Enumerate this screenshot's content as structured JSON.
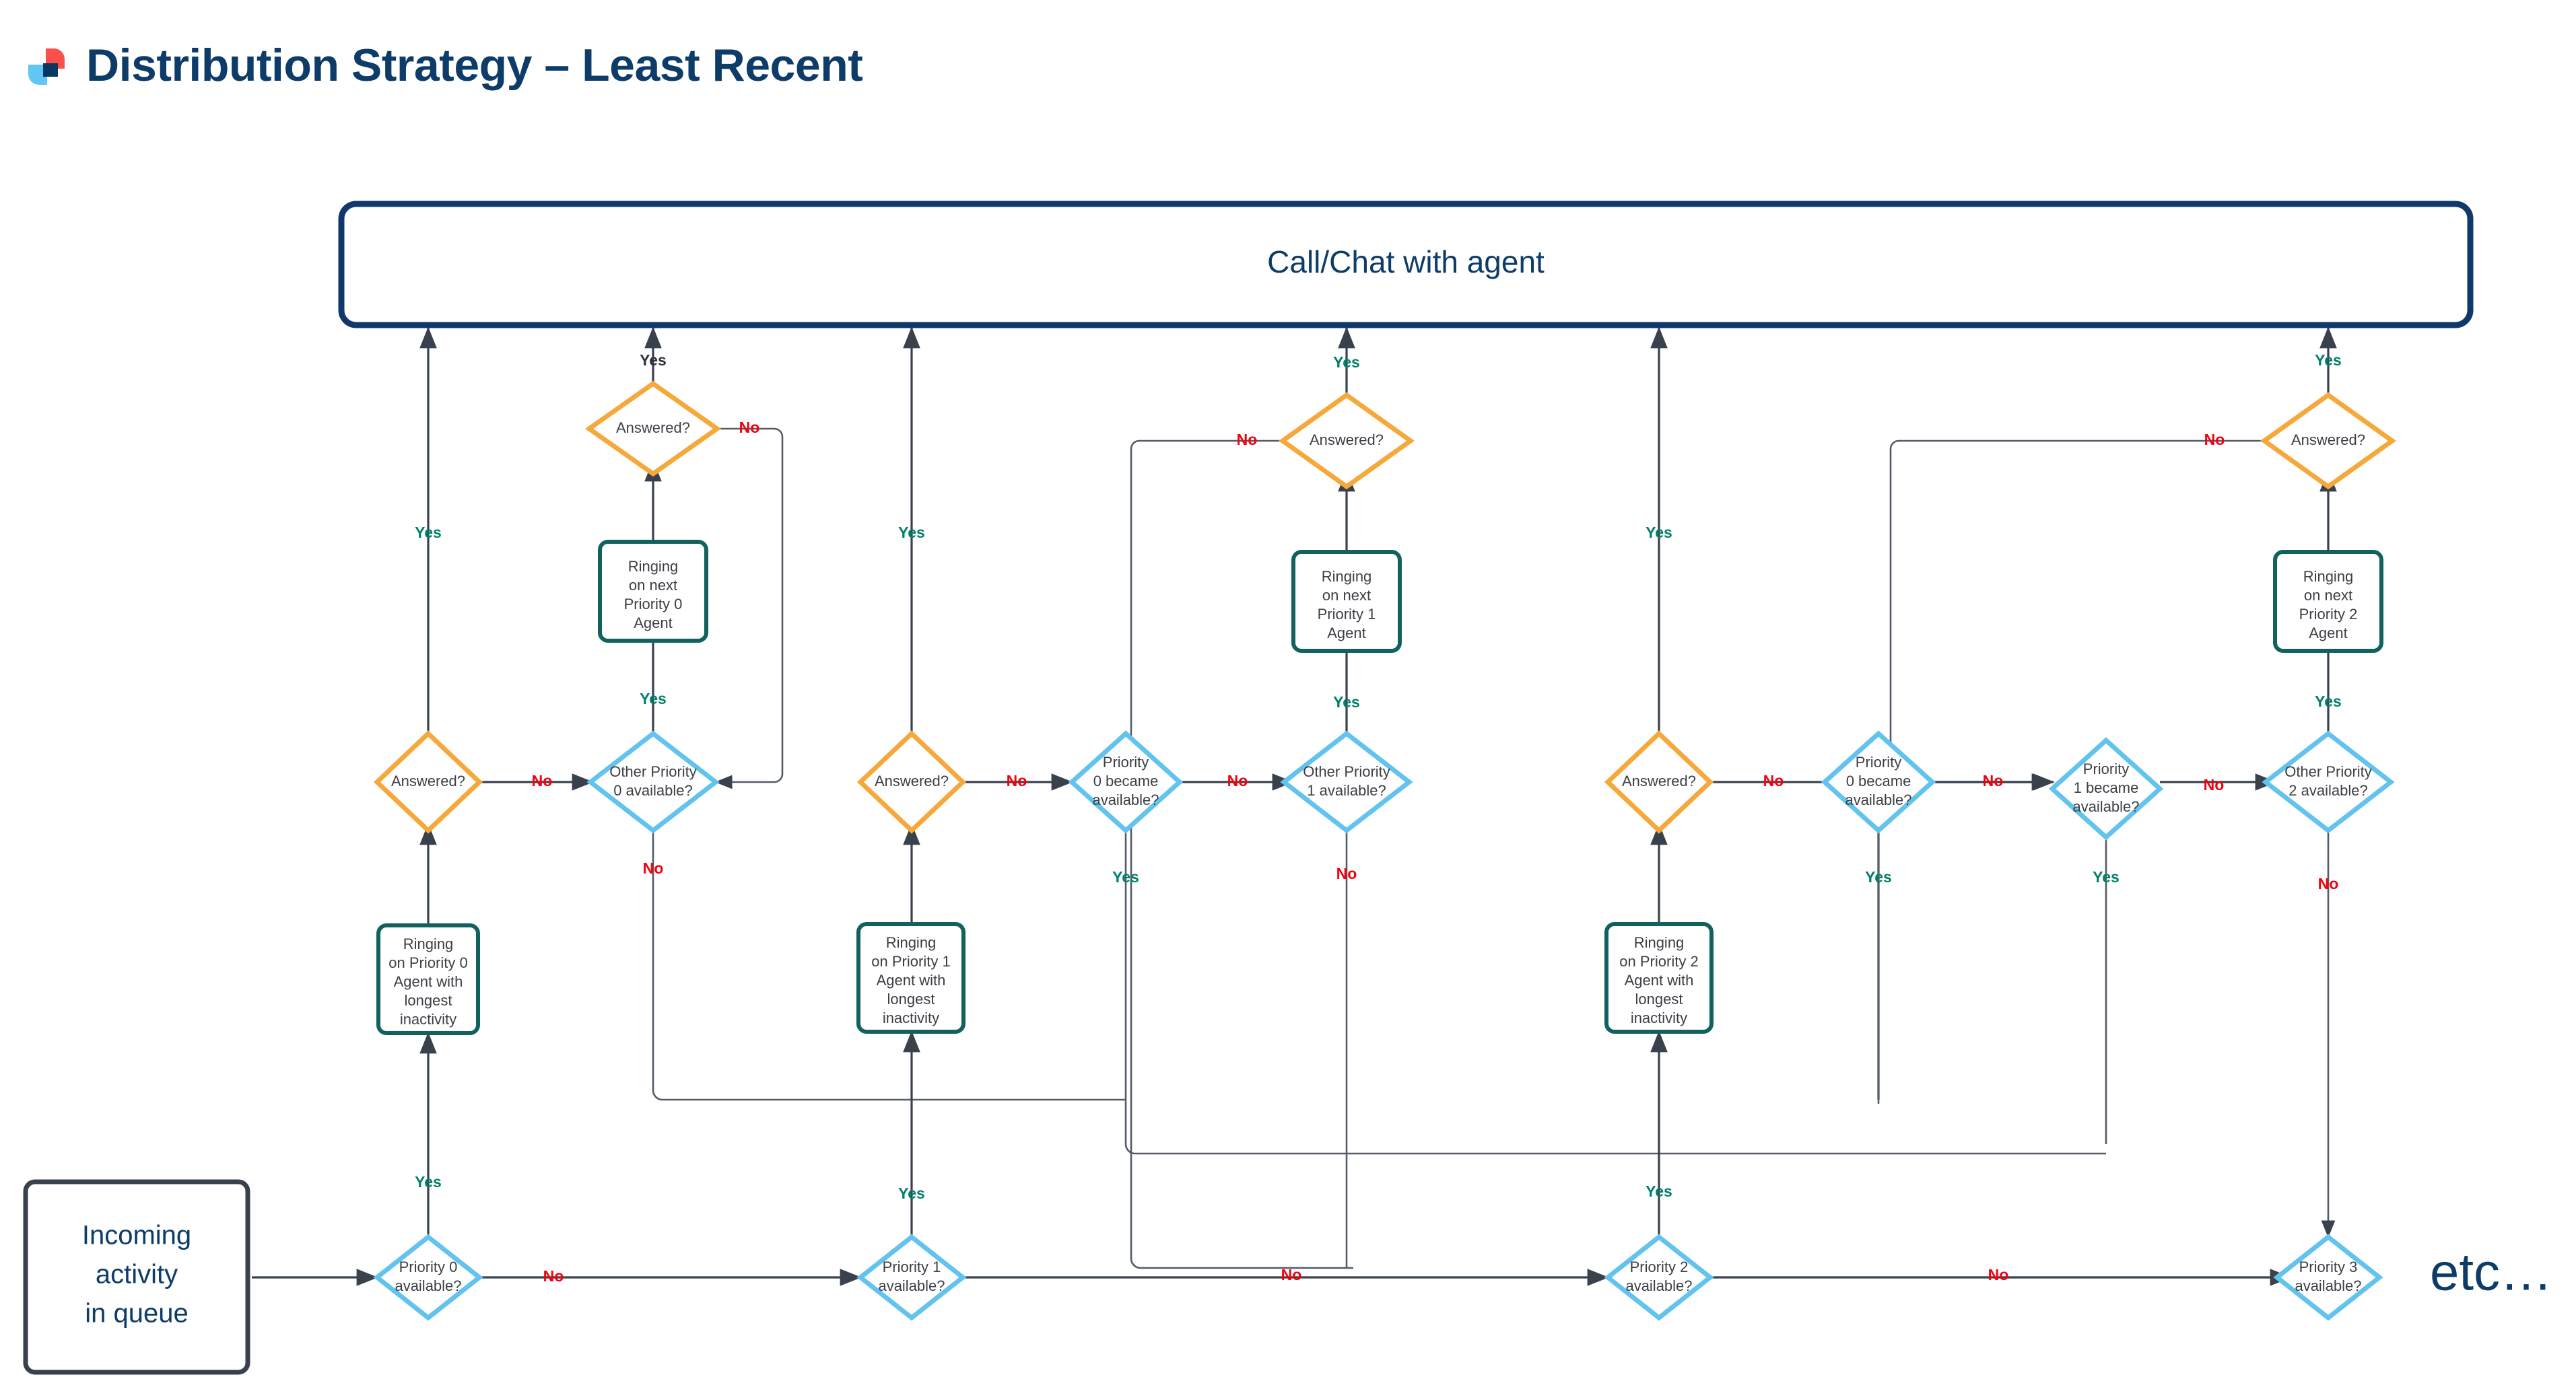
{
  "header": {
    "title": "Distribution Strategy – Least Recent",
    "logo_name": "brand-logo-icon",
    "logo_colors": {
      "red": "#f9514a",
      "light_blue": "#61c7f5",
      "navy": "#073763"
    }
  },
  "palette": {
    "navy_border": "#10386b",
    "navy_text": "#0d3c68",
    "gray_border": "#39414d",
    "teal_border": "#11625f",
    "orange_border": "#f6a83a",
    "blue_border": "#63c3ef",
    "yes_green": "#00806b",
    "no_red": "#f4000e",
    "node_text": "#3b3f45",
    "connector": "#39414d"
  },
  "diagram": {
    "type": "flowchart",
    "top_banner": {
      "label": "Call/Chat with agent",
      "shape": "rounded-rect",
      "border": "#10386b"
    },
    "entry": {
      "label_lines": [
        "Incoming",
        "activity",
        "in queue"
      ],
      "shape": "rounded-rect",
      "border": "#39414d"
    },
    "etc_marker": "etc…",
    "edge_labels": {
      "yes": "Yes",
      "no": "No"
    },
    "nodes": [
      {
        "id": "p0-avail",
        "shape": "diamond",
        "color": "#63c3ef",
        "lines": [
          "Priority 0",
          "available?"
        ]
      },
      {
        "id": "p1-avail",
        "shape": "diamond",
        "color": "#63c3ef",
        "lines": [
          "Priority 1",
          "available?"
        ]
      },
      {
        "id": "p2-avail",
        "shape": "diamond",
        "color": "#63c3ef",
        "lines": [
          "Priority 2",
          "available?"
        ]
      },
      {
        "id": "p3-avail",
        "shape": "diamond",
        "color": "#63c3ef",
        "lines": [
          "Priority 3",
          "available?"
        ]
      },
      {
        "id": "ring-p0",
        "shape": "rounded-rect",
        "color": "#11625f",
        "lines": [
          "Ringing",
          "on Priority 0",
          "Agent with",
          "longest",
          "inactivity"
        ]
      },
      {
        "id": "ring-p1",
        "shape": "rounded-rect",
        "color": "#11625f",
        "lines": [
          "Ringing",
          "on Priority 1",
          "Agent with",
          "longest",
          "inactivity"
        ]
      },
      {
        "id": "ring-p2",
        "shape": "rounded-rect",
        "color": "#11625f",
        "lines": [
          "Ringing",
          "on Priority 2",
          "Agent with",
          "longest",
          "inactivity"
        ]
      },
      {
        "id": "ans-0",
        "shape": "diamond",
        "color": "#f6a83a",
        "lines": [
          "Answered?"
        ]
      },
      {
        "id": "ans-1",
        "shape": "diamond",
        "color": "#f6a83a",
        "lines": [
          "Answered?"
        ]
      },
      {
        "id": "ans-2",
        "shape": "diamond",
        "color": "#f6a83a",
        "lines": [
          "Answered?"
        ]
      },
      {
        "id": "ans-0b",
        "shape": "diamond",
        "color": "#f6a83a",
        "lines": [
          "Answered?"
        ]
      },
      {
        "id": "ans-1b",
        "shape": "diamond",
        "color": "#f6a83a",
        "lines": [
          "Answered?"
        ]
      },
      {
        "id": "ans-2b",
        "shape": "diamond",
        "color": "#f6a83a",
        "lines": [
          "Answered?"
        ]
      },
      {
        "id": "other-p0",
        "shape": "diamond",
        "color": "#63c3ef",
        "lines": [
          "Other Priority",
          "0 available?"
        ]
      },
      {
        "id": "other-p1",
        "shape": "diamond",
        "color": "#63c3ef",
        "lines": [
          "Other Priority",
          "1 available?"
        ]
      },
      {
        "id": "other-p2",
        "shape": "diamond",
        "color": "#63c3ef",
        "lines": [
          "Other Priority",
          "2 available?"
        ]
      },
      {
        "id": "next-p0",
        "shape": "rounded-rect",
        "color": "#11625f",
        "lines": [
          "Ringing",
          "on next",
          "Priority 0",
          "Agent"
        ]
      },
      {
        "id": "next-p1",
        "shape": "rounded-rect",
        "color": "#11625f",
        "lines": [
          "Ringing",
          "on next",
          "Priority 1",
          "Agent"
        ]
      },
      {
        "id": "next-p2",
        "shape": "rounded-rect",
        "color": "#11625f",
        "lines": [
          "Ringing",
          "on next",
          "Priority 2",
          "Agent"
        ]
      },
      {
        "id": "became-p0-a",
        "shape": "diamond",
        "color": "#63c3ef",
        "lines": [
          "Priority",
          "0 became",
          "available?"
        ]
      },
      {
        "id": "became-p0-b",
        "shape": "diamond",
        "color": "#63c3ef",
        "lines": [
          "Priority",
          "0 became",
          "available?"
        ]
      },
      {
        "id": "became-p1-b",
        "shape": "diamond",
        "color": "#63c3ef",
        "lines": [
          "Priority",
          "1 became",
          "available?"
        ]
      }
    ]
  },
  "labels": {
    "call_chat": "Call/Chat with agent",
    "incoming_1": "Incoming",
    "incoming_2": "activity",
    "incoming_3": "in queue",
    "etc": "etc…",
    "answered": "Answered?",
    "yes": "Yes",
    "no": "No",
    "p0_l1": "Priority 0",
    "p0_l2": "available?",
    "p1_l1": "Priority 1",
    "p1_l2": "available?",
    "p2_l1": "Priority 2",
    "p2_l2": "available?",
    "p3_l1": "Priority 3",
    "p3_l2": "available?",
    "ring0_1": "Ringing",
    "ring0_2": "on Priority 0",
    "ring0_3": "Agent with",
    "ring0_4": "longest",
    "ring0_5": "inactivity",
    "ring1_1": "Ringing",
    "ring1_2": "on Priority 1",
    "ring1_3": "Agent with",
    "ring1_4": "longest",
    "ring1_5": "inactivity",
    "ring2_1": "Ringing",
    "ring2_2": "on Priority 2",
    "ring2_3": "Agent with",
    "ring2_4": "longest",
    "ring2_5": "inactivity",
    "next0_1": "Ringing",
    "next0_2": "on next",
    "next0_3": "Priority 0",
    "next0_4": "Agent",
    "next1_1": "Ringing",
    "next1_2": "on next",
    "next1_3": "Priority 1",
    "next1_4": "Agent",
    "next2_1": "Ringing",
    "next2_2": "on next",
    "next2_3": "Priority 2",
    "next2_4": "Agent",
    "otherp0_1": "Other Priority",
    "otherp0_2": "0 available?",
    "otherp1_1": "Other Priority",
    "otherp1_2": "1 available?",
    "otherp2_1": "Other Priority",
    "otherp2_2": "2 available?",
    "became0_1": "Priority",
    "became0_2": "0 became",
    "became0_3": "available?",
    "became0b_1": "Priority",
    "became0b_2": "0 became",
    "became0b_3": "available?",
    "became1b_1": "Priority",
    "became1b_2": "1 became",
    "became1b_3": "available?"
  }
}
